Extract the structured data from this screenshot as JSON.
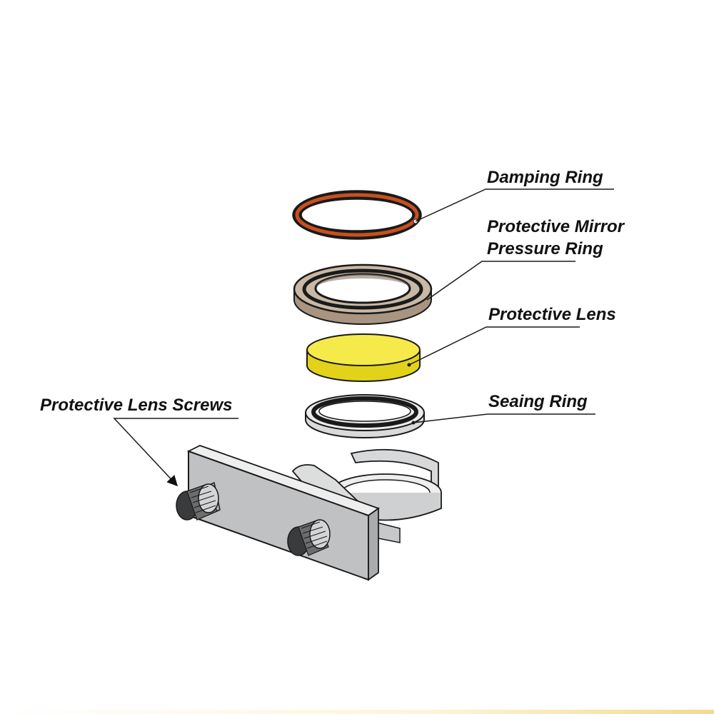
{
  "labels": {
    "damping_ring": "Damping Ring",
    "pressure_ring_line1": "Protective Mirror",
    "pressure_ring_line2": "Pressure Ring",
    "protective_lens": "Protective Lens",
    "sealing_ring": "Seaing Ring",
    "lens_screws": "Protective Lens Screws"
  },
  "colors": {
    "damping_ring": "#c8501e",
    "pressure_ring": "#b9a58f",
    "protective_lens": "#f2e63a",
    "holder_metal": "#c4c6c7",
    "outline": "#1a1a1a"
  }
}
